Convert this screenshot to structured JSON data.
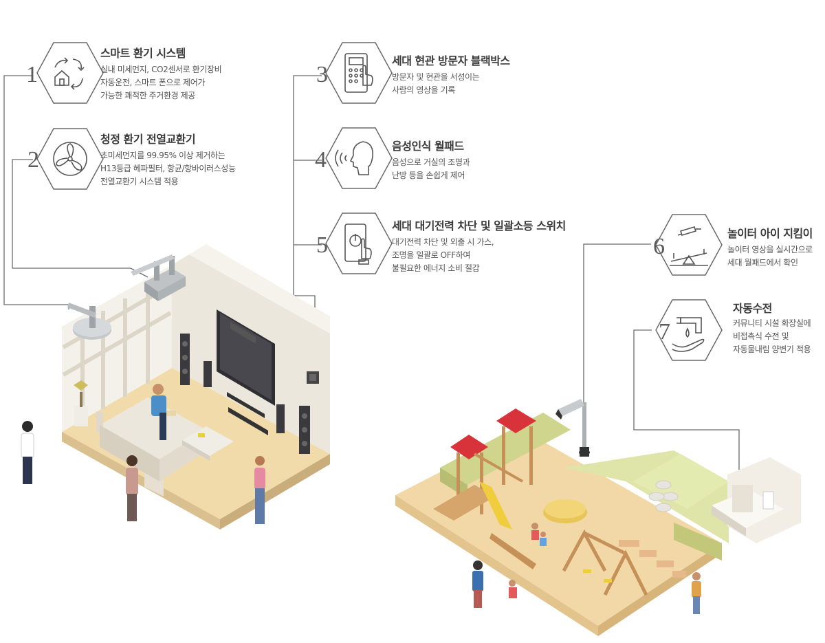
{
  "features": [
    {
      "num": "1",
      "icon": "arrows-house-icon",
      "title": "스마트 환기 시스템",
      "desc": [
        "실내 미세먼지, CO2센서로 환기장비",
        "자동운전, 스마트 폰으로 제어가",
        "가능한 쾌적한 주거환경 제공"
      ]
    },
    {
      "num": "2",
      "icon": "fan-icon",
      "title": "청정 환기 전열교환기",
      "desc": [
        "초미세먼지를 99.95% 이상 제거하는",
        "H13등급 헤파필터, 항균/항바이러스성능",
        "전열교환기 시스템 적용"
      ]
    },
    {
      "num": "3",
      "icon": "keypad-touch-icon",
      "title": "세대 현관 방문자 블랙박스",
      "desc": [
        "방문자 및 현관을 서성이는",
        "사람의 영상을 기록"
      ]
    },
    {
      "num": "4",
      "icon": "voice-face-icon",
      "title": "음성인식 월패드",
      "desc": [
        "음성으로 거실의 조명과",
        "난방 등을 손쉽게 제어"
      ]
    },
    {
      "num": "5",
      "icon": "power-switch-icon",
      "title": "세대 대기전력 차단 및 일괄소등 스위치",
      "desc": [
        "대기전력 차단 및 외출 시 가스,",
        "조명을 일괄로 OFF하여",
        "불필요한 에너지 소비 절감"
      ]
    },
    {
      "num": "6",
      "icon": "seesaw-camera-icon",
      "title": "놀이터 아이 지킴이",
      "desc": [
        "놀이터 영상을 실시간으로",
        "세대 월패드에서 확인"
      ]
    },
    {
      "num": "7",
      "icon": "faucet-hand-icon",
      "title": "자동수전",
      "desc": [
        "커뮤니티 시설 화장실에",
        "비접촉식 수전 및",
        "자동물내림 양변기 적용"
      ]
    }
  ],
  "colors": {
    "line": "#666666",
    "hex_stroke": "#6a6a6a",
    "floor": "#f3ddb0",
    "roof": "#d8333a",
    "grass": "#dfe6a8"
  }
}
